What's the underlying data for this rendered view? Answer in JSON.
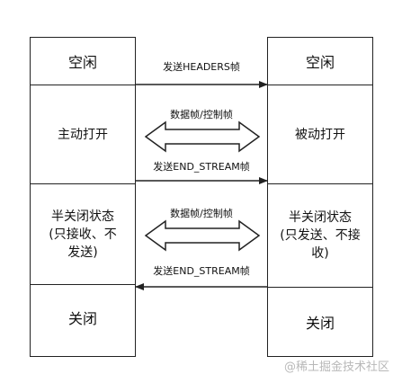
{
  "left": {
    "idle": "空闲",
    "open": "主动打开",
    "half_closed_1": "半关闭状态",
    "half_closed_2": "(只接收、不",
    "half_closed_3": "发送)",
    "closed": "关闭"
  },
  "right": {
    "idle": "空闲",
    "open": "被动打开",
    "half_closed_1": "半关闭状态",
    "half_closed_2": "(只发送、不接",
    "half_closed_3": "收)",
    "closed": "关闭"
  },
  "arrows": {
    "headers": "发送HEADERS帧",
    "data_control_1": "数据帧/控制帧",
    "end_stream_1": "发送END_STREAM帧",
    "data_control_2": "数据帧/控制帧",
    "end_stream_2": "发送END_STREAM帧"
  },
  "watermark": "@稀土掘金技术社区"
}
